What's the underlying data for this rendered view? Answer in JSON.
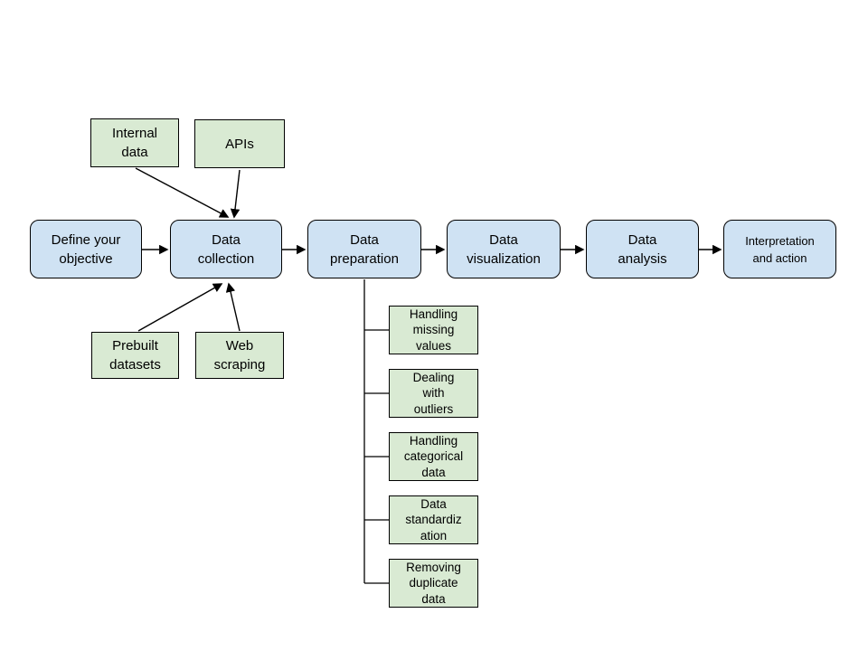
{
  "palette": {
    "stage_fill": "#cfe2f3",
    "source_fill": "#d9ead3",
    "border": "#000000",
    "text": "#000000",
    "connector": "#000000",
    "background": "#ffffff"
  },
  "stages": [
    {
      "label": "Define your\nobjective"
    },
    {
      "label": "Data\ncollection"
    },
    {
      "label": "Data\npreparation"
    },
    {
      "label": "Data\nvisualization"
    },
    {
      "label": "Data\nanalysis"
    },
    {
      "label": "Interpretation\nand action"
    }
  ],
  "collection_sources": {
    "top": [
      {
        "label": "Internal\ndata"
      },
      {
        "label": "APIs"
      }
    ],
    "bottom": [
      {
        "label": "Prebuilt\ndatasets"
      },
      {
        "label": "Web\nscraping"
      }
    ]
  },
  "preparation_steps": [
    {
      "label": "Handling\nmissing\nvalues"
    },
    {
      "label": "Dealing\nwith\noutliers"
    },
    {
      "label": "Handling\ncategorical\ndata"
    },
    {
      "label": "Data\nstandardiz\nation"
    },
    {
      "label": "Removing\nduplicate\ndata"
    }
  ]
}
